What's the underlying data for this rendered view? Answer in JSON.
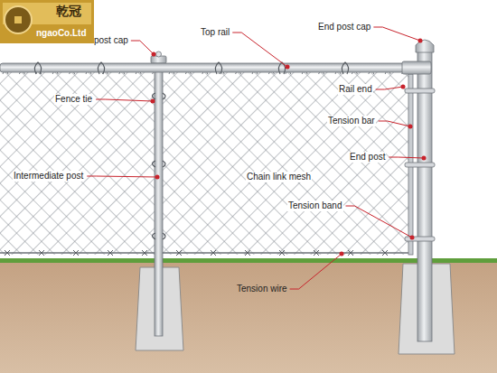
{
  "diagram": {
    "labels": [
      "乾冠",
      "ngaoCo.Ltd",
      "post cap",
      "Top rail",
      "End post cap",
      "Rail end",
      "Tension bar",
      "End post",
      "Fence tie",
      "Intermediate post",
      "Chain link mesh",
      "Tension band",
      "Tension wire"
    ]
  }
}
